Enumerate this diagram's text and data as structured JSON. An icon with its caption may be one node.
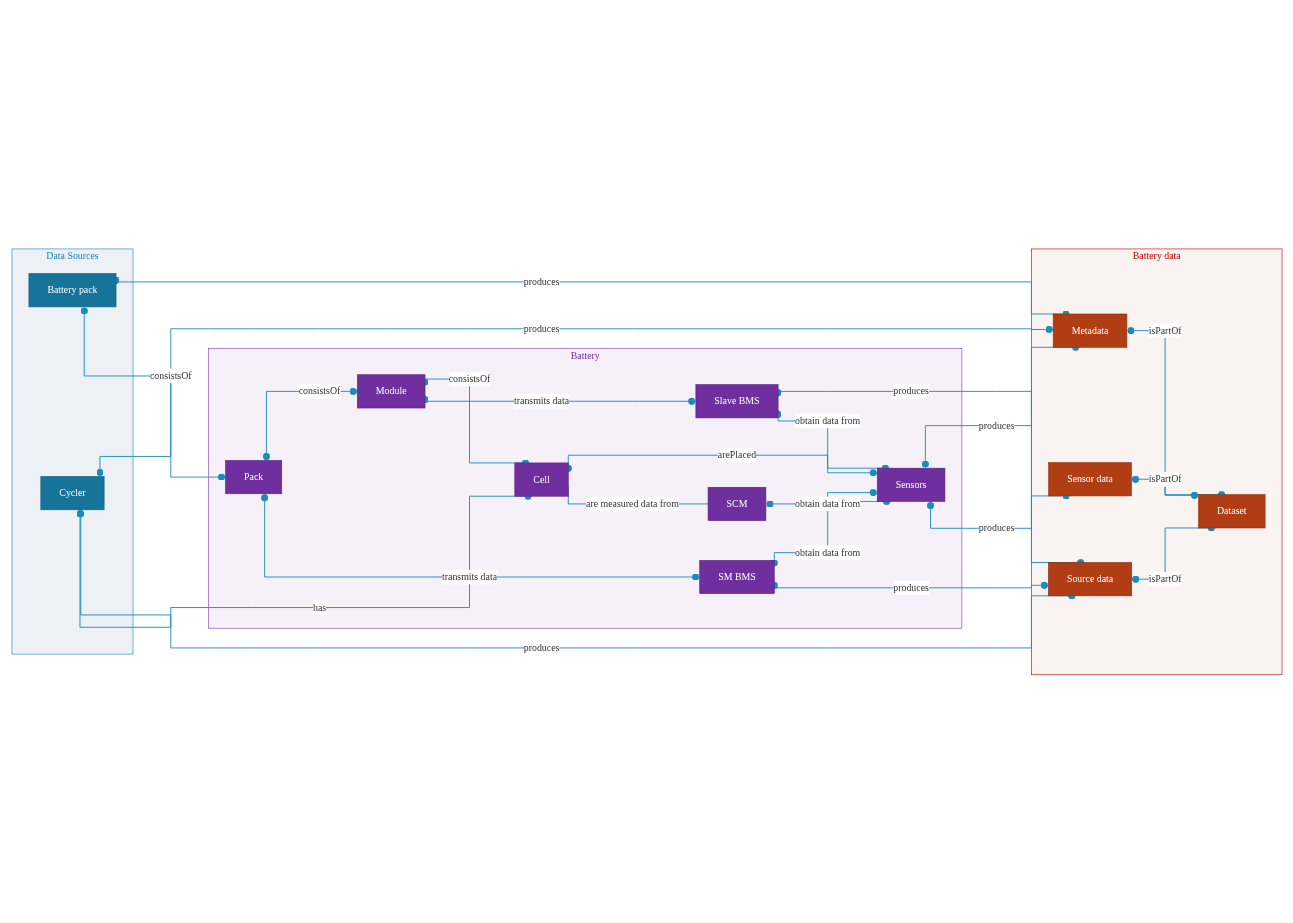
{
  "diagram": {
    "nodes": [
      {
        "text": [
          "Data Sources"
        ]
      },
      {
        "text": [
          "Battery pack"
        ],
        "in": 0
      },
      {
        "text": [
          "Cycler"
        ],
        "in": 0
      },
      {
        "text": [
          "Battery"
        ]
      },
      {
        "text": [
          "Pack"
        ],
        "in": 3
      },
      {
        "text": [
          "SM BMS"
        ],
        "in": 3
      },
      {
        "text": [
          "Module"
        ],
        "in": 3
      },
      {
        "text": [
          "Slave BMS"
        ],
        "in": 3
      },
      {
        "text": [
          "Sensors"
        ],
        "in": 3
      },
      {
        "text": [
          "Cell"
        ],
        "in": 3
      },
      {
        "text": [
          "SCM"
        ],
        "in": 3
      },
      {
        "text": [
          "Battery data"
        ]
      },
      {
        "text": [
          "Source data"
        ],
        "in": 11
      },
      {
        "text": [
          "Dataset"
        ],
        "in": 11
      },
      {
        "text": [
          "Sensor data"
        ],
        "in": 11
      },
      {
        "text": [
          "Metadata"
        ],
        "in": 11
      }
    ],
    "edges": [
      {
        "from": 1,
        "to": 4,
        "arrow": "other",
        "label": "consistsOf"
      },
      {
        "from": 2,
        "to": 9,
        "arrow": "other",
        "label": "has"
      },
      {
        "from": 1,
        "to": 15,
        "arrow": "other",
        "label": "produces"
      },
      {
        "from": 2,
        "to": 12,
        "arrow": "other",
        "label": "produces"
      },
      {
        "from": 2,
        "to": 15,
        "arrow": "other",
        "label": "produces"
      },
      {
        "from": 4,
        "to": 5,
        "arrow": "other",
        "label": "transmits data"
      },
      {
        "from": 5,
        "to": 12,
        "arrow": "other",
        "label": "produces"
      },
      {
        "from": 5,
        "to": 8,
        "arrow": "other",
        "label": "obtain data from"
      },
      {
        "from": 4,
        "to": 6,
        "arrow": "other",
        "label": "consistsOf"
      },
      {
        "from": 6,
        "to": 7,
        "arrow": "other",
        "label": "transmits data"
      },
      {
        "from": 7,
        "to": 8,
        "arrow": "other",
        "label": "obtain data from"
      },
      {
        "from": 7,
        "to": 12,
        "arrow": "other",
        "label": "produces"
      },
      {
        "from": 6,
        "to": 9,
        "arrow": "other",
        "label": "consistsOf"
      },
      {
        "from": 9,
        "to": 10,
        "arrow": "none",
        "label": "are measured data from"
      },
      {
        "from": 10,
        "to": 8,
        "arrow": "other",
        "label": "obtain data from"
      },
      {
        "from": 9,
        "to": 8,
        "arrow": "other",
        "label": "arePlaced"
      },
      {
        "from": 8,
        "to": 14,
        "arrow": "other",
        "label": "produces"
      },
      {
        "from": 8,
        "to": 15,
        "arrow": "other",
        "label": "produces"
      },
      {
        "from": 12,
        "to": 13,
        "arrow": "other",
        "label": "isPartOf"
      },
      {
        "from": 14,
        "to": 13,
        "arrow": "other",
        "label": "isPartOf"
      },
      {
        "from": 15,
        "to": 13,
        "arrow": "other",
        "label": "isPartOf"
      }
    ]
  }
}
